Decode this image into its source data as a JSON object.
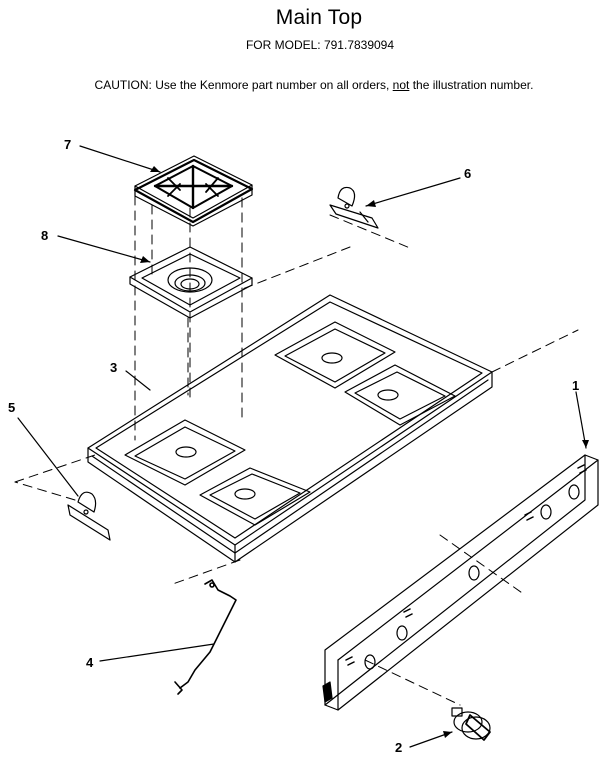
{
  "header": {
    "title": "Main Top",
    "model_line": "FOR MODEL:  791.7839094",
    "caution_prefix": "CAUTION:  Use the Kenmore part number on all orders, ",
    "caution_not": "not",
    "caution_suffix": " the illustration number."
  },
  "callouts": [
    {
      "id": "1",
      "label": "1"
    },
    {
      "id": "2",
      "label": "2"
    },
    {
      "id": "3",
      "label": "3"
    },
    {
      "id": "4",
      "label": "4"
    },
    {
      "id": "5",
      "label": "5"
    },
    {
      "id": "6",
      "label": "6"
    },
    {
      "id": "7",
      "label": "7"
    },
    {
      "id": "8",
      "label": "8"
    }
  ],
  "parts": [
    {
      "number": "1",
      "name": "control-panel"
    },
    {
      "number": "2",
      "name": "knob"
    },
    {
      "number": "3",
      "name": "main-top"
    },
    {
      "number": "4",
      "name": "wire"
    },
    {
      "number": "5",
      "name": "hinge-left"
    },
    {
      "number": "6",
      "name": "hinge-right"
    },
    {
      "number": "7",
      "name": "grate"
    },
    {
      "number": "8",
      "name": "burner-bowl"
    }
  ]
}
